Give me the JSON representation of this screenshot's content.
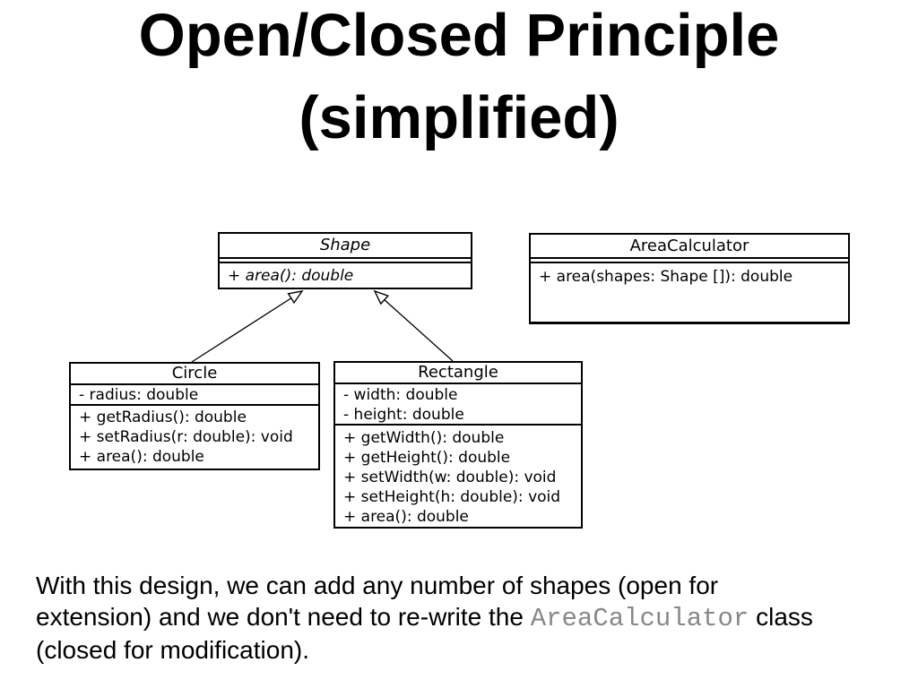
{
  "slide": {
    "title_line1": "Open/Closed Principle",
    "title_line2": "(simplified)"
  },
  "diagram": {
    "classes": [
      {
        "name": "Shape",
        "abstract": true,
        "attributes": [],
        "methods": [
          "+ area(): double"
        ]
      },
      {
        "name": "AreaCalculator",
        "abstract": false,
        "attributes": [],
        "methods": [
          "+ area(shapes: Shape []): double"
        ]
      },
      {
        "name": "Circle",
        "abstract": false,
        "attributes": [
          "- radius: double"
        ],
        "methods": [
          "+ getRadius(): double",
          "+ setRadius(r: double): void",
          "+ area(): double"
        ]
      },
      {
        "name": "Rectangle",
        "abstract": false,
        "attributes": [
          "- width: double",
          "- height: double"
        ],
        "methods": [
          "+ getWidth(): double",
          "+ getHeight(): double",
          "+ setWidth(w: double): void",
          "+ setHeight(h: double): void",
          "+ area(): double"
        ]
      }
    ],
    "relations": [
      {
        "from": "Circle",
        "to": "Shape",
        "type": "inheritance",
        "arrowhead": "hollow-triangle"
      },
      {
        "from": "Rectangle",
        "to": "Shape",
        "type": "inheritance",
        "arrowhead": "hollow-triangle"
      }
    ]
  },
  "paragraph": {
    "line1": "With this design, we can add any number of shapes (open for",
    "line2_before": "extension) and we don't need to re-write the ",
    "code": "AreaCalculator",
    "line2_after": " class",
    "line3": "(closed for modification)."
  },
  "colors": {
    "background": "#ffffff",
    "text": "#000000",
    "box_border": "#000000",
    "code_text": "#888888"
  }
}
